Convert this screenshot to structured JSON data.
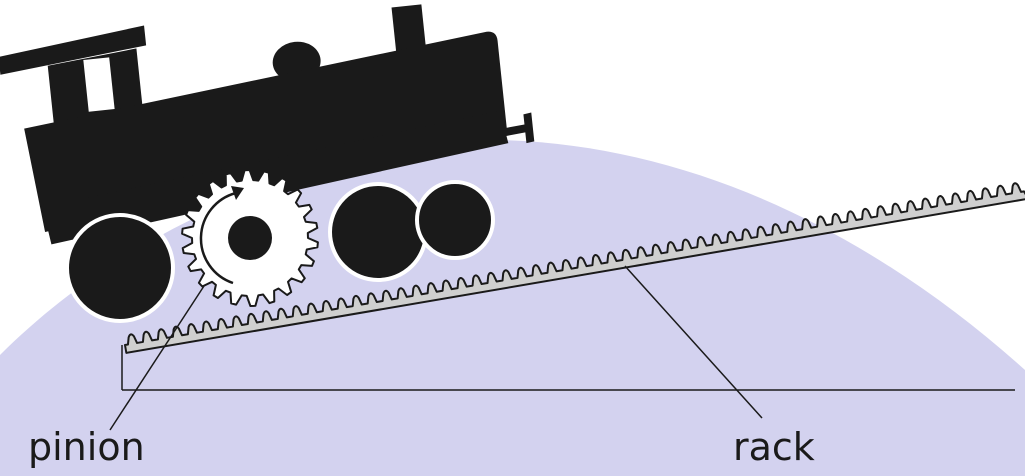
{
  "labels": {
    "pinion": "pinion",
    "rack": "rack"
  },
  "colors": {
    "background_disc": "#d3d2ef",
    "locomotive": "#1a1a1a",
    "rack": "#cfcfcf",
    "outline": "#1a1a1a",
    "gear_face": "#ffffff"
  },
  "icons": [
    "locomotive-silhouette",
    "pinion-gear",
    "rack-bar",
    "rotation-arrow-icon"
  ]
}
